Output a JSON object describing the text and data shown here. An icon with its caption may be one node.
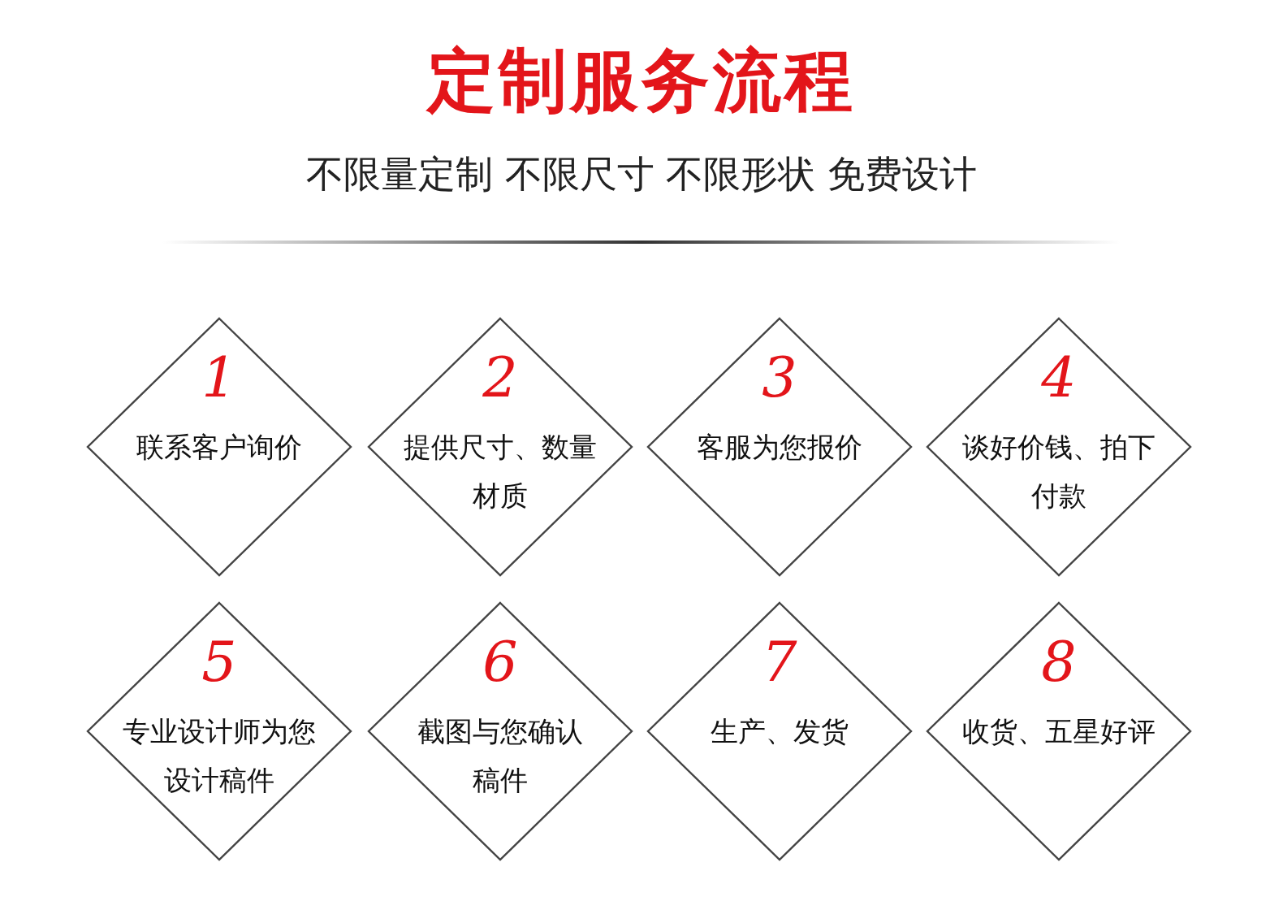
{
  "diagram": {
    "title": "定制服务流程",
    "nodes": [
      {
        "text": [
          "1",
          "联系客户询价"
        ]
      },
      {
        "text": [
          "2",
          "提供尺寸、数量材质"
        ]
      },
      {
        "text": [
          "3",
          "客服为您报价"
        ]
      },
      {
        "text": [
          "4",
          "谈好价钱、拍下付款"
        ]
      },
      {
        "text": [
          "5",
          "专业设计师为您设计稿件"
        ]
      },
      {
        "text": [
          "6",
          "截图与您确认稿件"
        ]
      },
      {
        "text": [
          "7",
          "生产、发货"
        ]
      },
      {
        "text": [
          "8",
          "收货、五星好评"
        ]
      }
    ],
    "labels": [
      "不限量定制 不限尺寸 不限形状 免费设计"
    ]
  }
}
